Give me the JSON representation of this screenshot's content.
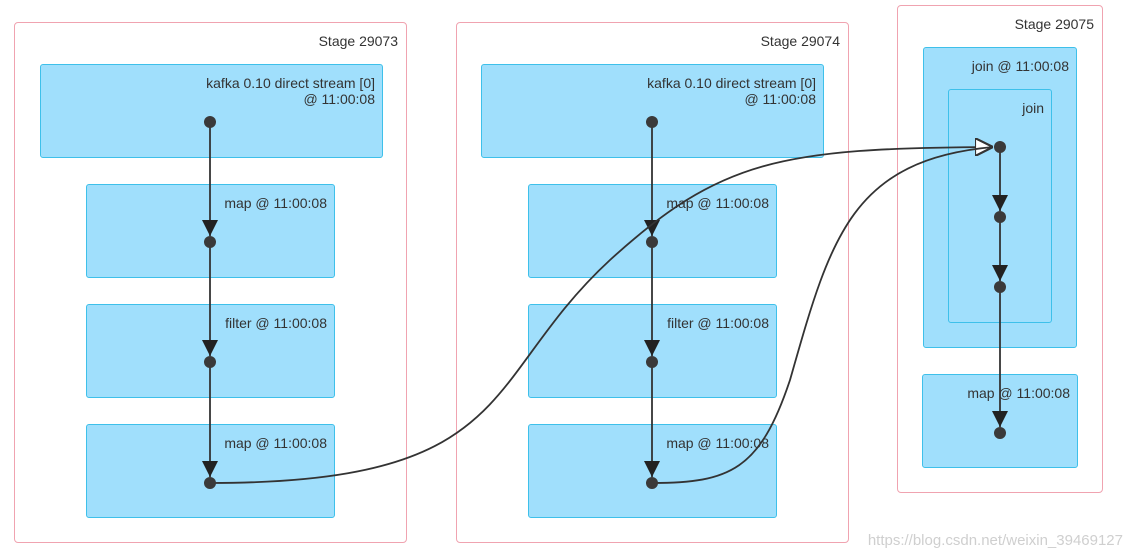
{
  "stages": [
    {
      "title": "Stage 29073",
      "ops": [
        {
          "label": "kafka 0.10 direct stream [0]",
          "label2": "@ 11:00:08"
        },
        {
          "label": "map @ 11:00:08"
        },
        {
          "label": "filter @ 11:00:08"
        },
        {
          "label": "map @ 11:00:08"
        }
      ]
    },
    {
      "title": "Stage 29074",
      "ops": [
        {
          "label": "kafka 0.10 direct stream [0]",
          "label2": "@ 11:00:08"
        },
        {
          "label": "map @ 11:00:08"
        },
        {
          "label": "filter @ 11:00:08"
        },
        {
          "label": "map @ 11:00:08"
        }
      ]
    },
    {
      "title": "Stage 29075",
      "join_outer": "join @ 11:00:08",
      "join_inner": "join",
      "map": "map @ 11:00:08"
    }
  ],
  "watermark": "https://blog.csdn.net/weixin_39469127",
  "colors": {
    "stage_border": "#f0a3b0",
    "op_fill": "#a0dffc",
    "op_border": "#3ec0ea",
    "edge": "#333333"
  }
}
